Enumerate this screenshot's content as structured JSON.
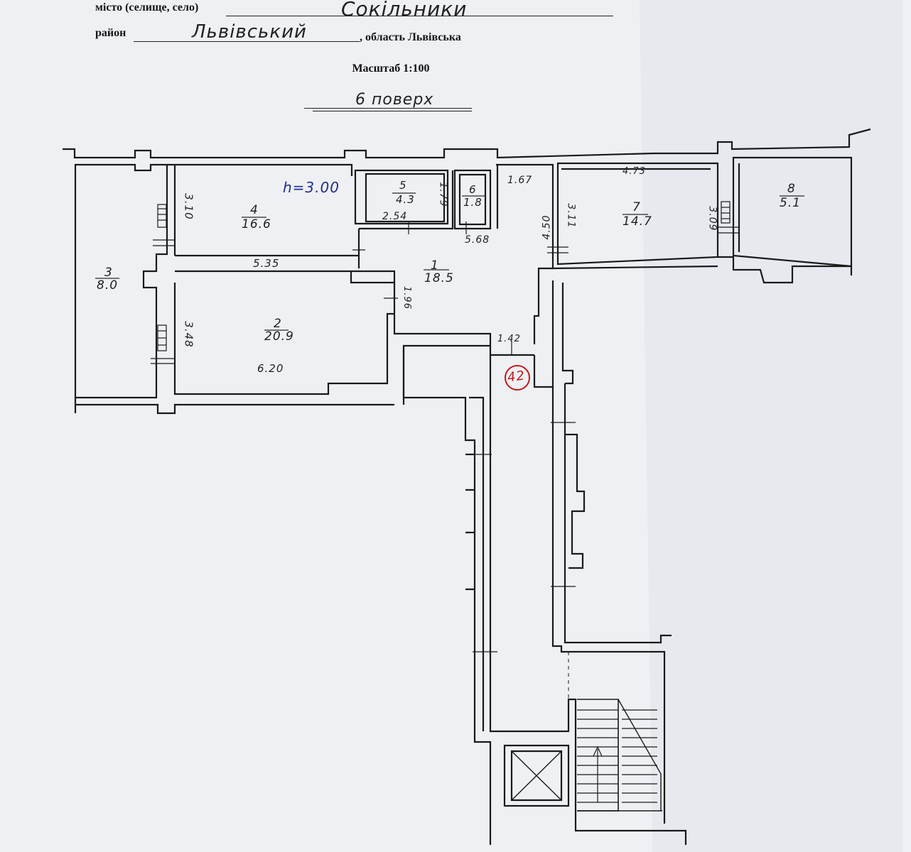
{
  "header": {
    "city_label": "місто (селище, село)",
    "city_value": "Сокільники",
    "district_label": "район",
    "district_value": "Львівський",
    "region_label": ", область Львівська"
  },
  "scale_label": "Масштаб 1:100",
  "floor_label": "6 поверх",
  "ceiling_height": "h=3.00",
  "apartment_number": "42",
  "rooms": [
    {
      "number": "1",
      "area": "18.5"
    },
    {
      "number": "2",
      "area": "20.9"
    },
    {
      "number": "3",
      "area": "8.0"
    },
    {
      "number": "4",
      "area": "16.6"
    },
    {
      "number": "5",
      "area": "4.3"
    },
    {
      "number": "6",
      "area": "1.8"
    },
    {
      "number": "7",
      "area": "14.7"
    },
    {
      "number": "8",
      "area": "5.1"
    }
  ],
  "dimensions": {
    "d_3_10": "3.10",
    "d_5_35": "5.35",
    "d_3_48": "3.48",
    "d_6_20": "6.20",
    "d_1_96": "1.96",
    "d_2_54": "2.54",
    "d_1_79": "1.79",
    "d_5_68": "5.68",
    "d_1_67": "1.67",
    "d_4_50": "4.50",
    "d_3_11": "3.11",
    "d_4_73": "4.73",
    "d_3_09": "3.09",
    "d_1_42": "1.42"
  },
  "colors": {
    "paper": "#eef0f3",
    "ink": "#1a1a1a",
    "pencil": "#2a2a2a",
    "ceiling_ink": "#1f2f8a",
    "stamp_red": "#c21a1a"
  }
}
